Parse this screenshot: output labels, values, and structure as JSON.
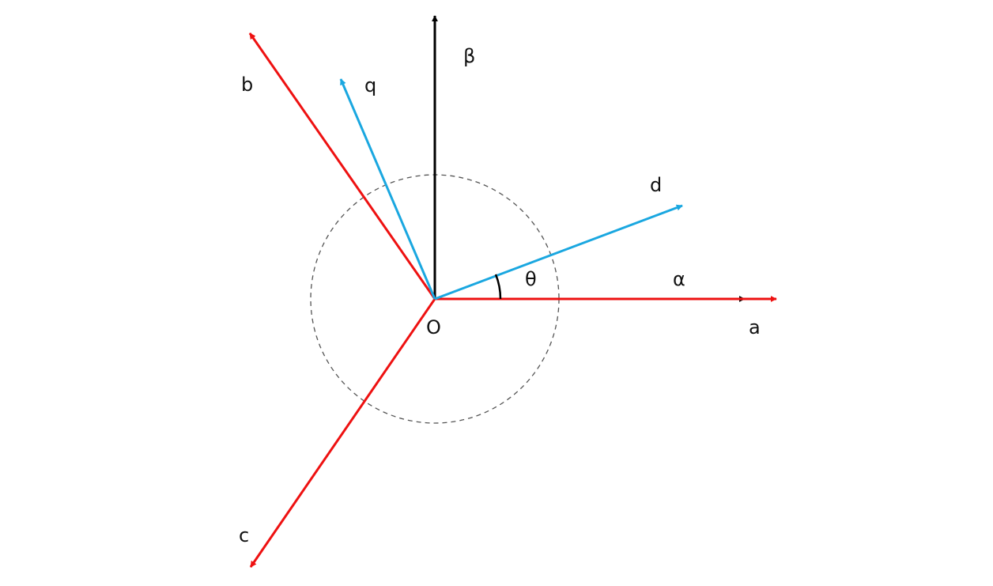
{
  "diagram": {
    "colors": {
      "abc_axes": "#ee1111",
      "alpha_beta_axes": "#000000",
      "dq_axes": "#1aa7e0",
      "circle": "#555555"
    },
    "labels": {
      "origin": "O",
      "alpha": "α",
      "beta": "β",
      "a": "a",
      "b": "b",
      "c": "c",
      "d": "d",
      "q": "q",
      "theta": "θ"
    }
  }
}
